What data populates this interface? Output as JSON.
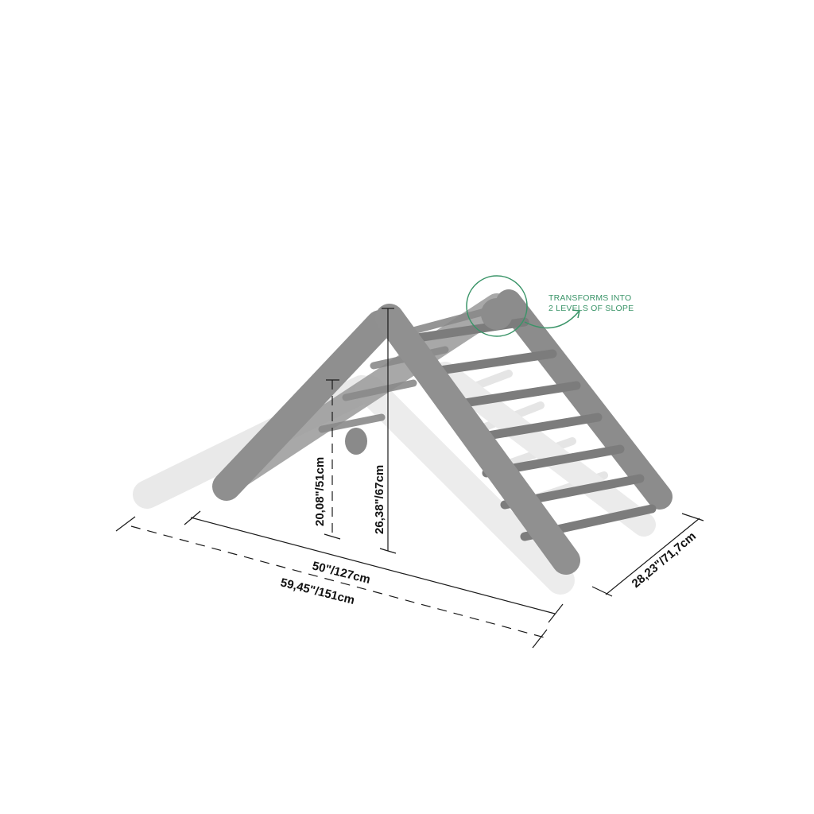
{
  "diagram": {
    "subject": "foldable climbing triangle (Pikler-style) with adjustable slope",
    "colors": {
      "frame_dark": "#8a8a8a",
      "frame_light": "#d6d6d6",
      "rung": "#7c7c7c",
      "dimension_line": "#1a1a1a",
      "callout": "#3a9468",
      "background": "#ffffff"
    },
    "callout": {
      "line1": "TRANSFORMS INTO",
      "line2": "2 LEVELS OF SLOPE"
    },
    "dimensions": {
      "height_low": "20,08\"/51cm",
      "height_high": "26,38\"/67cm",
      "length_short": "50\"/127cm",
      "length_long": "59,45\"/151cm",
      "depth": "28,23\"/71,7cm"
    }
  }
}
